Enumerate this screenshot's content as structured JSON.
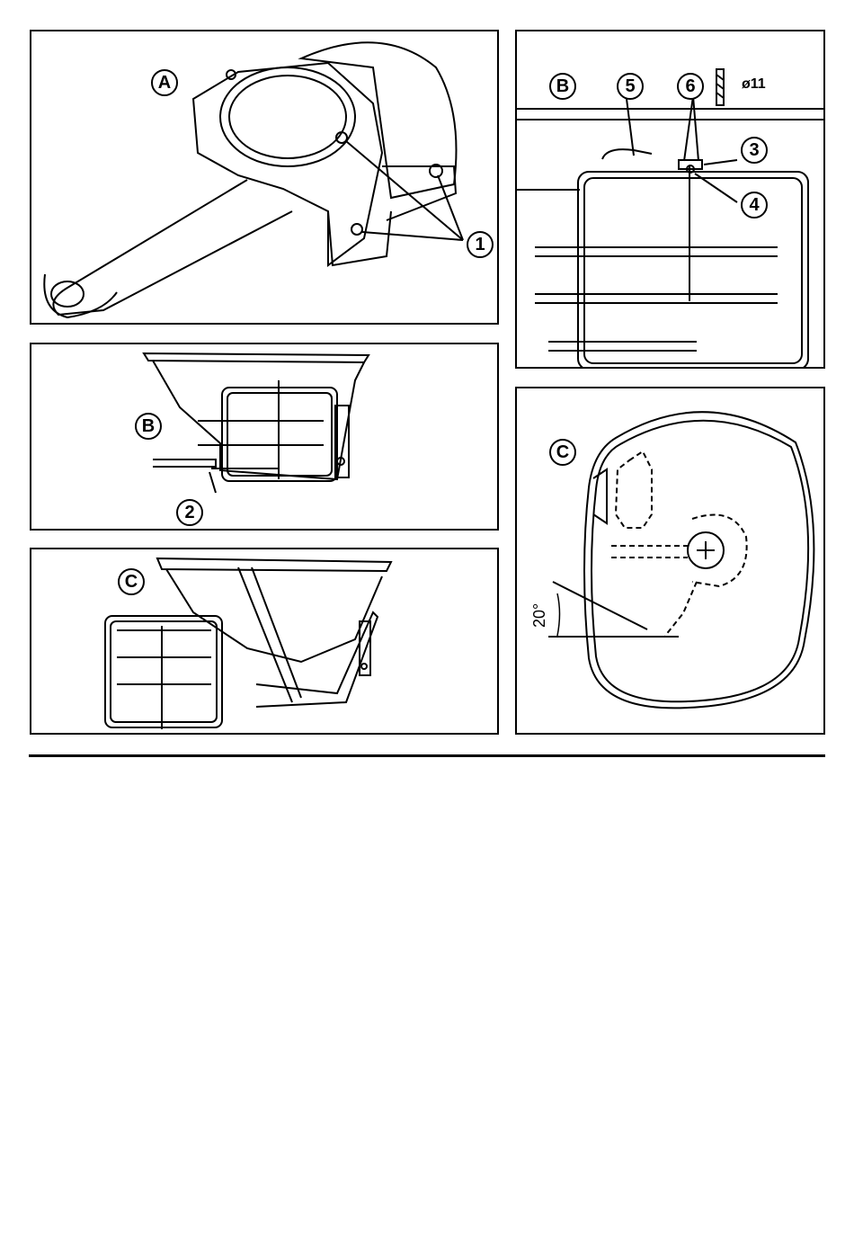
{
  "panels": {
    "a": {
      "letter": "A",
      "callouts": {
        "c1": "1"
      }
    },
    "b_small": {
      "letter": "B",
      "callouts": {
        "c2": "2"
      }
    },
    "c_small": {
      "letter": "C"
    },
    "b_large": {
      "letter": "B",
      "callouts": {
        "c3": "3",
        "c4": "4",
        "c5": "5",
        "c6": "6"
      },
      "drill_label": "ø11"
    },
    "c_large": {
      "letter": "C",
      "angle_label": "20°"
    }
  },
  "colors": {
    "ink": "#000000",
    "paper": "#ffffff"
  }
}
